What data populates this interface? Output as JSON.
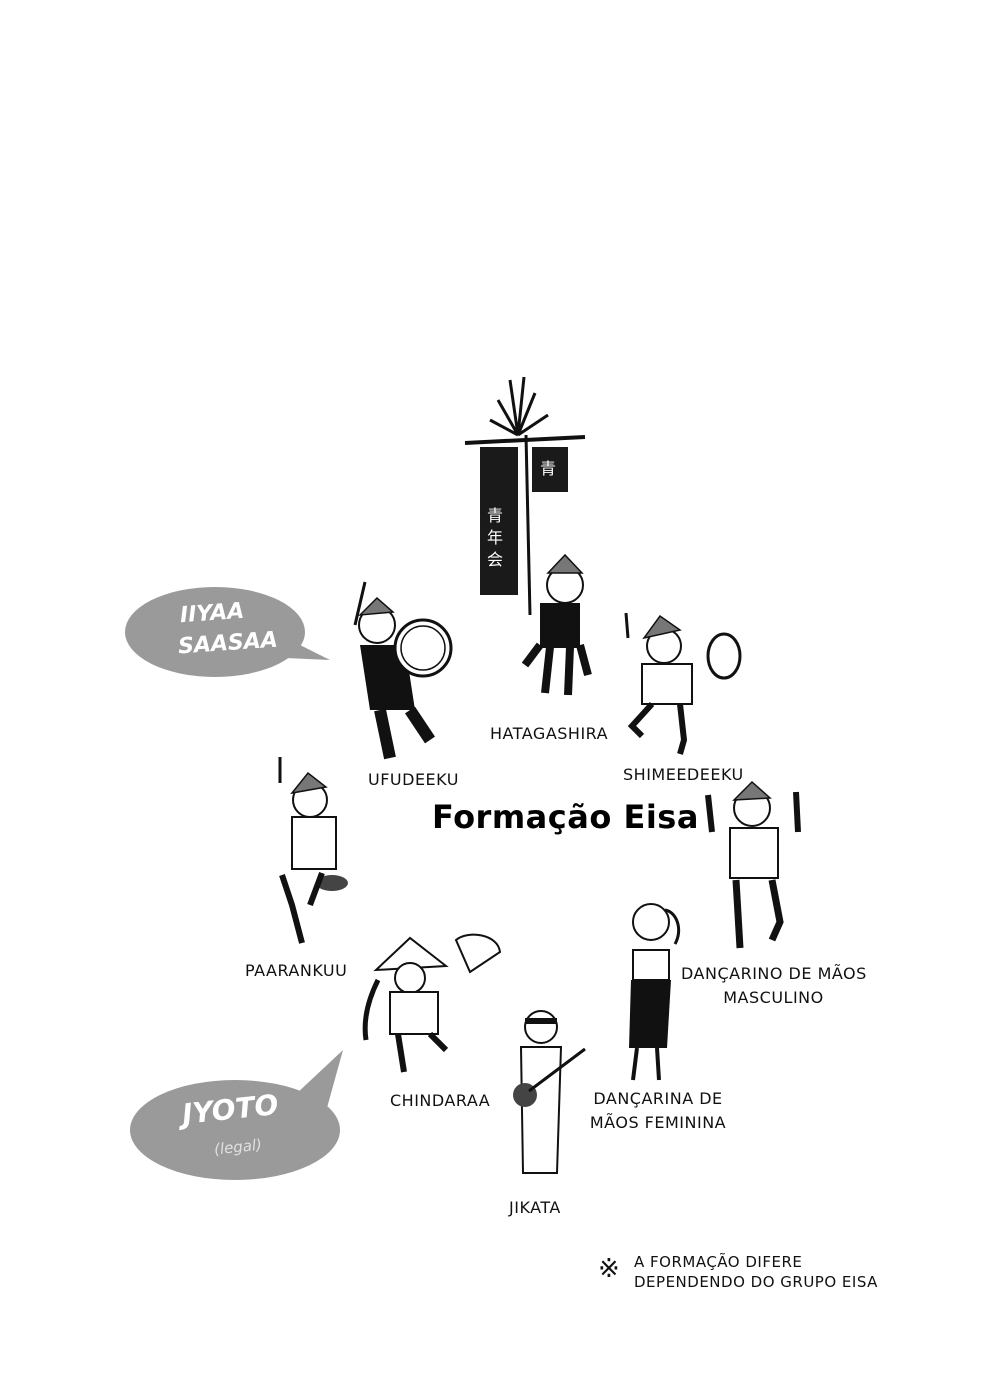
{
  "title": "Formação Eisa",
  "bubbles": {
    "top": {
      "line1": "IIYAA",
      "line2": "SAASAA"
    },
    "bottom": {
      "line1": "JYOTO",
      "line2": "(legal)"
    }
  },
  "banner": {
    "top_char": "青",
    "side_chars": "青年会"
  },
  "roles": {
    "hatagashira": "HATAGASHIRA",
    "ufudeeku": "UFUDEEKU",
    "shimeedeeku": "SHIMEEDEEKU",
    "paarankuu": "PAARANKUU",
    "male_dancer_line1": "DANÇARINO DE MÃOS",
    "male_dancer_line2": "MASCULINO",
    "chindaraa": "CHINDARAA",
    "female_dancer_line1": "DANÇARINA DE",
    "female_dancer_line2": "MÃOS FEMININA",
    "jikata": "JIKATA"
  },
  "note": {
    "mark": "※",
    "line1": "A FORMAÇÃO DIFERE",
    "line2": "DEPENDENDO DO GRUPO EISA"
  },
  "colors": {
    "bubble": "#9a9a9a",
    "ink": "#111111"
  }
}
